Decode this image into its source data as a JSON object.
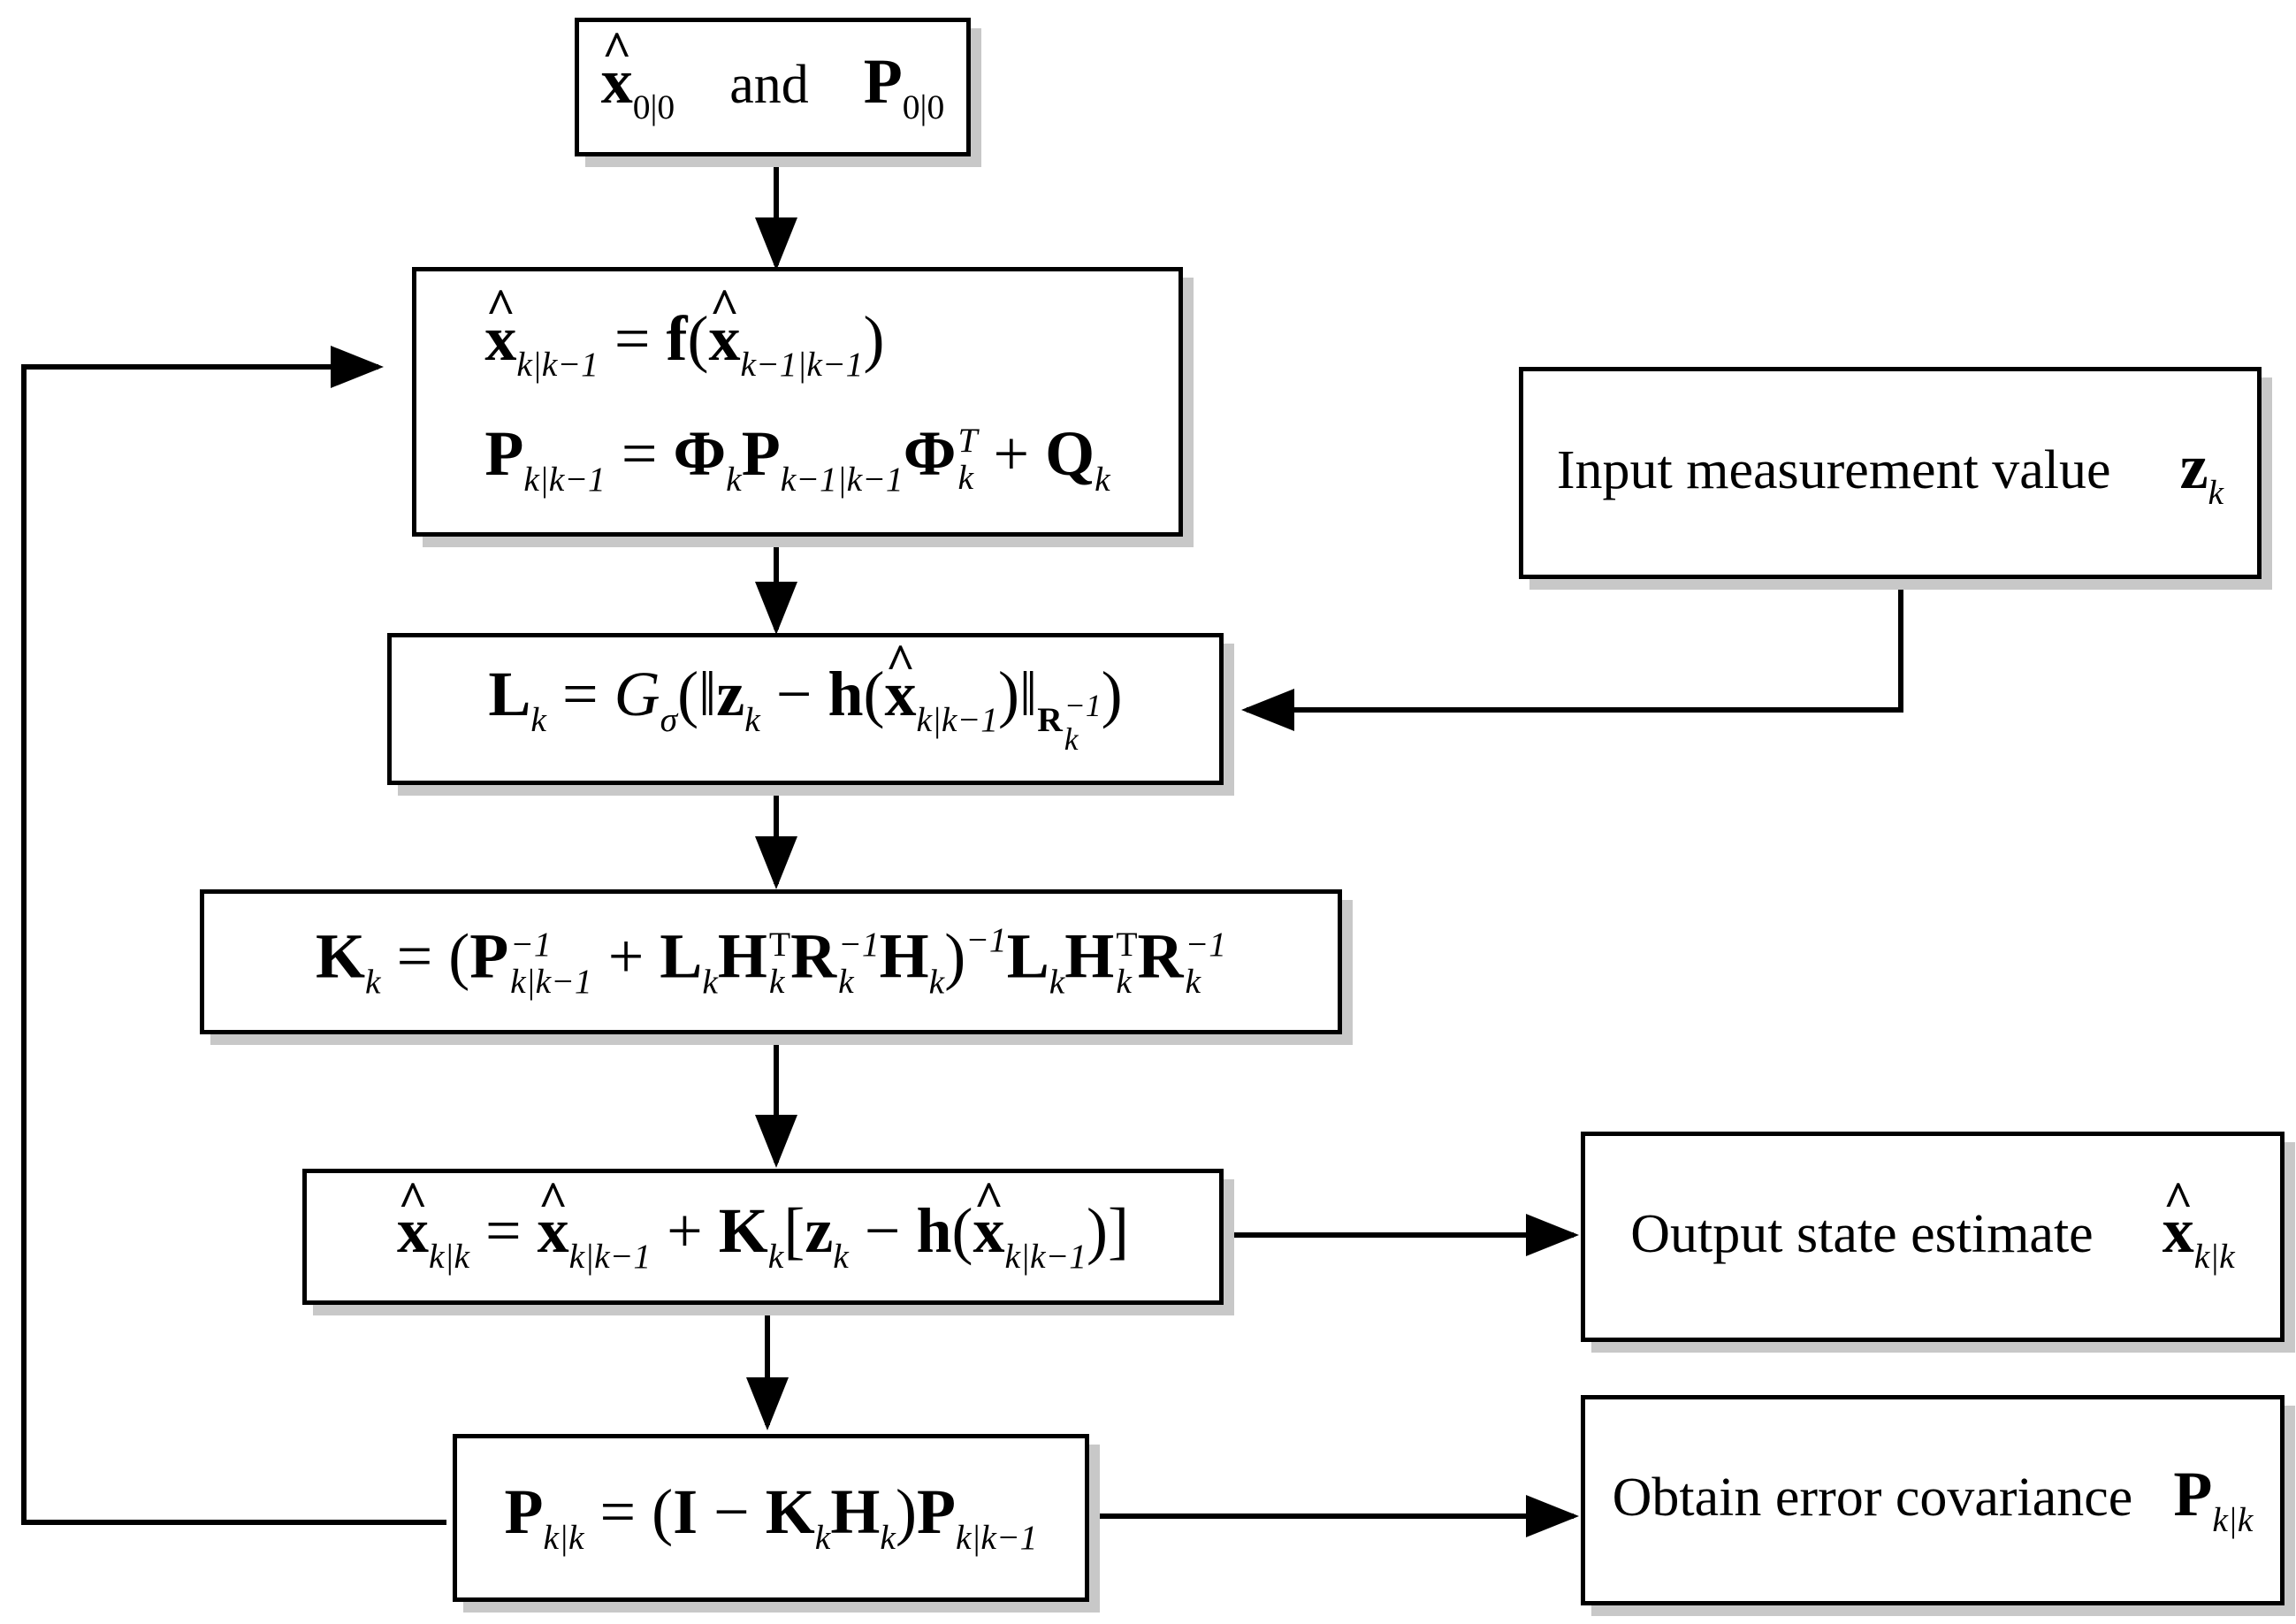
{
  "nodes": {
    "init": {
      "word": "and"
    },
    "predict": {},
    "weight": {},
    "gain": {},
    "update": {},
    "covariance": {},
    "measurement": {
      "label": "Input measurement value"
    },
    "output_state": {
      "label": "Output state estimate"
    },
    "output_cov": {
      "label": "Obtain error covariance"
    }
  }
}
